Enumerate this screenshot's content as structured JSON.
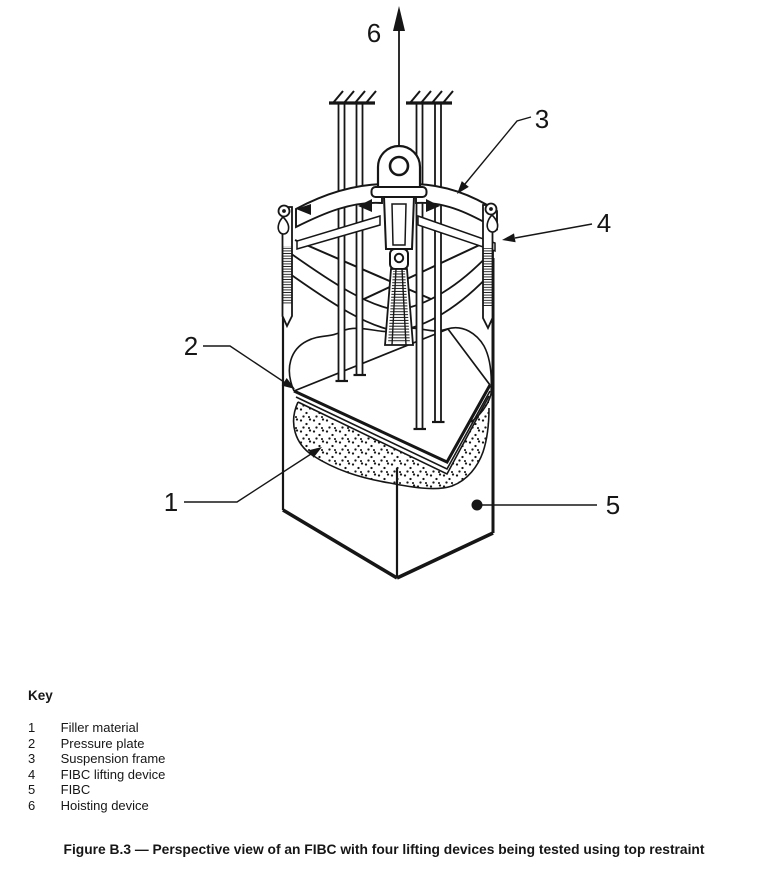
{
  "figure": {
    "callout_labels": {
      "c1": "1",
      "c2": "2",
      "c3": "3",
      "c4": "4",
      "c5": "5",
      "c6": "6"
    }
  },
  "key": {
    "title": "Key",
    "items": [
      {
        "num": "1",
        "label": "Filler material"
      },
      {
        "num": "2",
        "label": "Pressure plate"
      },
      {
        "num": "3",
        "label": "Suspension frame"
      },
      {
        "num": "4",
        "label": "FIBC lifting device"
      },
      {
        "num": "5",
        "label": "FIBC"
      },
      {
        "num": "6",
        "label": "Hoisting device"
      }
    ]
  },
  "caption": "Figure B.3 — Perspective view of an FIBC with four lifting devices being tested using top restraint",
  "colors": {
    "ink": "#161616",
    "paper": "#ffffff"
  }
}
